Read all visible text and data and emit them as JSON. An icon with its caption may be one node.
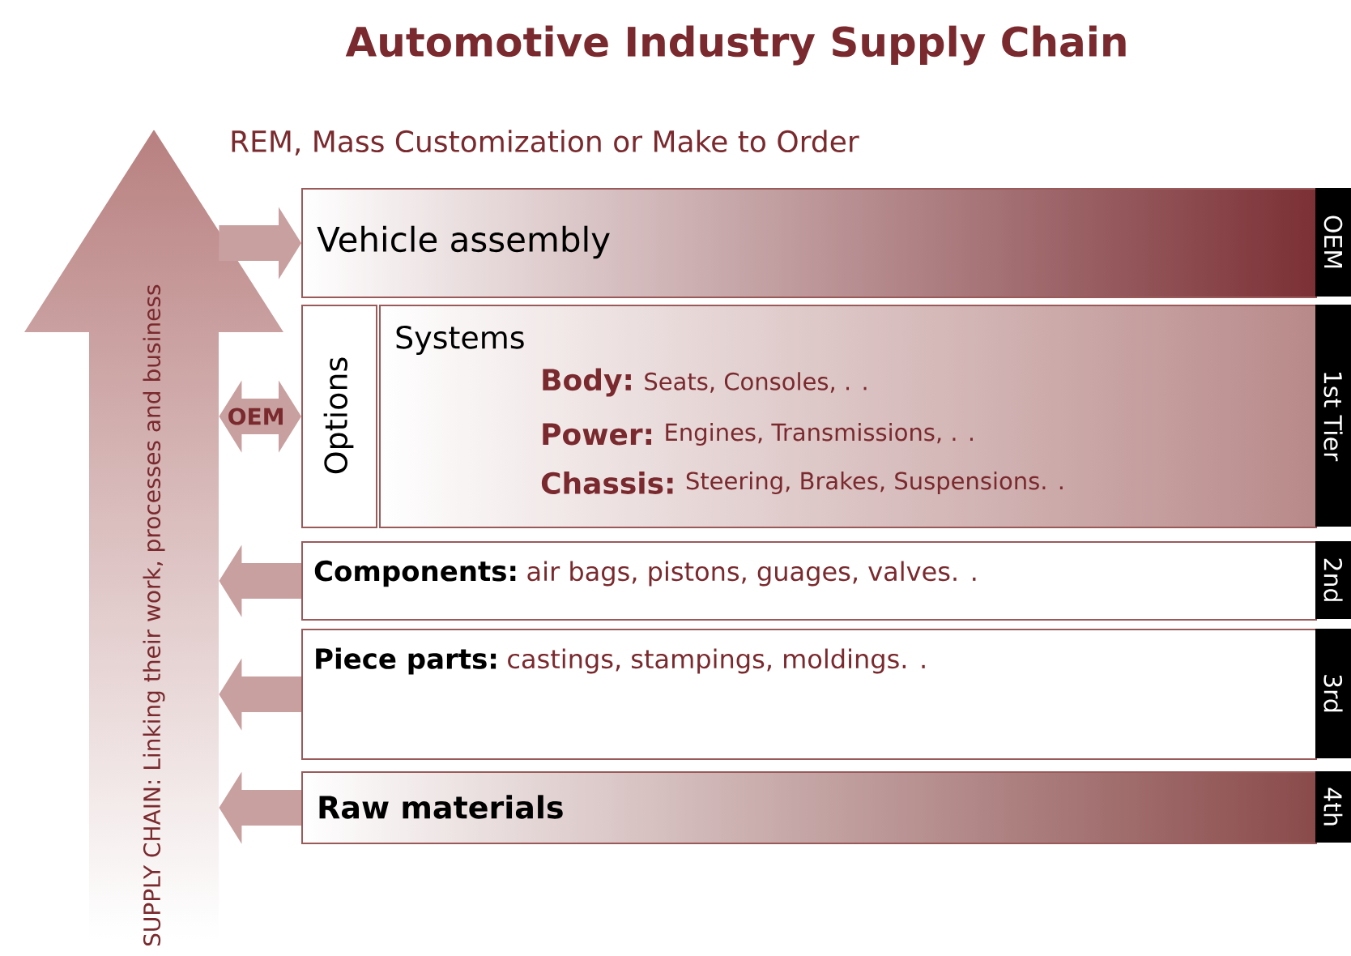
{
  "diagram": {
    "title": "Automotive Industry Supply Chain",
    "nodes": [
      {
        "text": [
          "Vehicle assembly"
        ],
        "beside": [
          "OEM"
        ]
      },
      {
        "text": [
          "Options"
        ]
      },
      {
        "text": [
          "Systems",
          "Body:",
          "Seats, Consoles, . .",
          "Power:",
          "Engines, Transmissions, . .",
          "Chassis:",
          "Steering, Brakes, Suspensions. ."
        ],
        "beside": [
          "1st Tier"
        ]
      },
      {
        "text": [
          "Components:",
          "air bags, pistons, guages, valves. ."
        ],
        "beside": [
          "2nd"
        ]
      },
      {
        "text": [
          "Piece parts:",
          "castings, stampings, moldings. ."
        ],
        "beside": [
          "3rd"
        ]
      },
      {
        "text": [
          "Raw materials"
        ],
        "beside": [
          "4th"
        ]
      },
      {
        "text": [
          "SUPPLY CHAIN: Linking their work, processes and business"
        ]
      }
    ],
    "edges": [
      {
        "from": 6,
        "to": 0,
        "arrow": "to"
      },
      {
        "from": 6,
        "to": 1,
        "arrow": "both",
        "label": "OEM"
      },
      {
        "from": 3,
        "to": 6,
        "arrow": "to"
      },
      {
        "from": 4,
        "to": 6,
        "arrow": "to"
      },
      {
        "from": 5,
        "to": 6,
        "arrow": "to"
      }
    ],
    "labels": [
      "REM, Mass Customization or Make to Order"
    ]
  }
}
